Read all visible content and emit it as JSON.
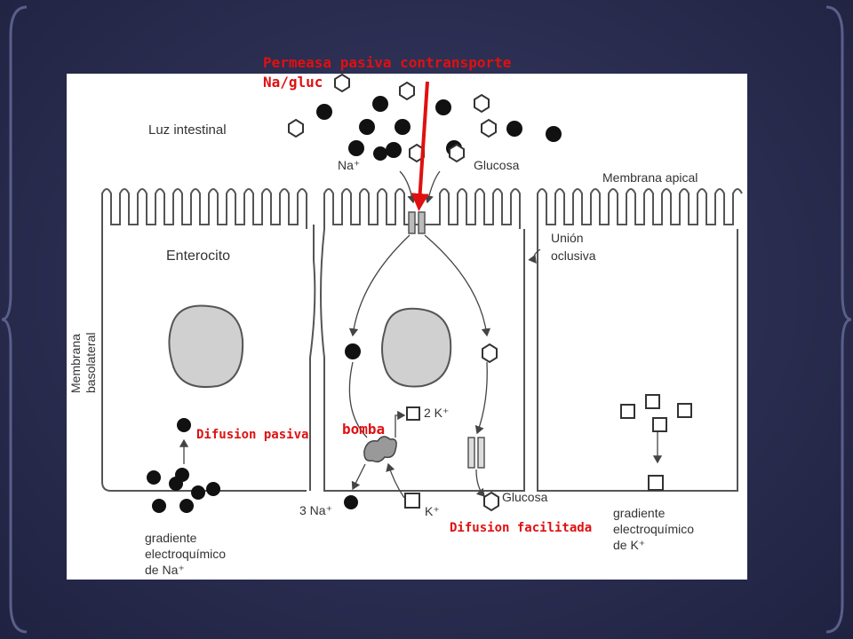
{
  "slide": {
    "background_color": "#2a2d50",
    "accent_color": "#e01010"
  },
  "diagram": {
    "labels": {
      "luz_intestinal": "Luz intestinal",
      "na_plus_top": "Na⁺",
      "glucosa_top": "Glucosa",
      "membrana_apical": "Membrana apical",
      "enterocito": "Enterocito",
      "union_line1": "Unión",
      "union_line2": "oclusiva",
      "membrana_bas_line1": "Membrana",
      "membrana_bas_line2": "basolateral",
      "two_k": "2 K⁺",
      "three_na": "3 Na⁺",
      "k_plus": "K⁺",
      "glucosa_bottom": "Glucosa",
      "grad_na_line1": "gradiente",
      "grad_na_line2": "electroquímico",
      "grad_na_line3": "de Na⁺",
      "grad_k_line1": "gradiente",
      "grad_k_line2": "electroquímico",
      "grad_k_line3": "de K⁺"
    }
  },
  "annotations": {
    "permeasa_line1": "Permeasa pasiva contransporte",
    "permeasa_line2": "Na/gluc",
    "bomba": "bomba",
    "difusion_pasiva": "Difusion pasiva",
    "difusion_facilitada": "Difusion facilitada"
  }
}
